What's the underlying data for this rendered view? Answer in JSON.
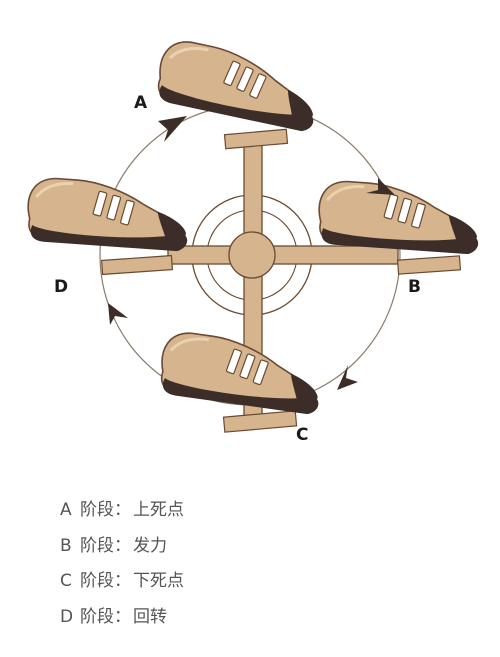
{
  "colors": {
    "tan": "#d6b48e",
    "tan_light": "#e8d2b0",
    "sole": "#3c2d28",
    "outline": "#6a4a32",
    "path": "#8a7a6a",
    "text": "#555555"
  },
  "icons": {
    "shoe": "shoe-icon",
    "pedal": "pedal-icon",
    "arrow": "arrowhead-icon"
  },
  "stage_labels": {
    "a": "A",
    "b": "B",
    "c": "C",
    "d": "D"
  },
  "legend": [
    {
      "letter": "A",
      "stage": "阶段：",
      "desc": "上死点"
    },
    {
      "letter": "B",
      "stage": "阶段：",
      "desc": "发力"
    },
    {
      "letter": "C",
      "stage": "阶段：",
      "desc": "下死点"
    },
    {
      "letter": "D",
      "stage": "阶段：",
      "desc": "回转"
    }
  ]
}
